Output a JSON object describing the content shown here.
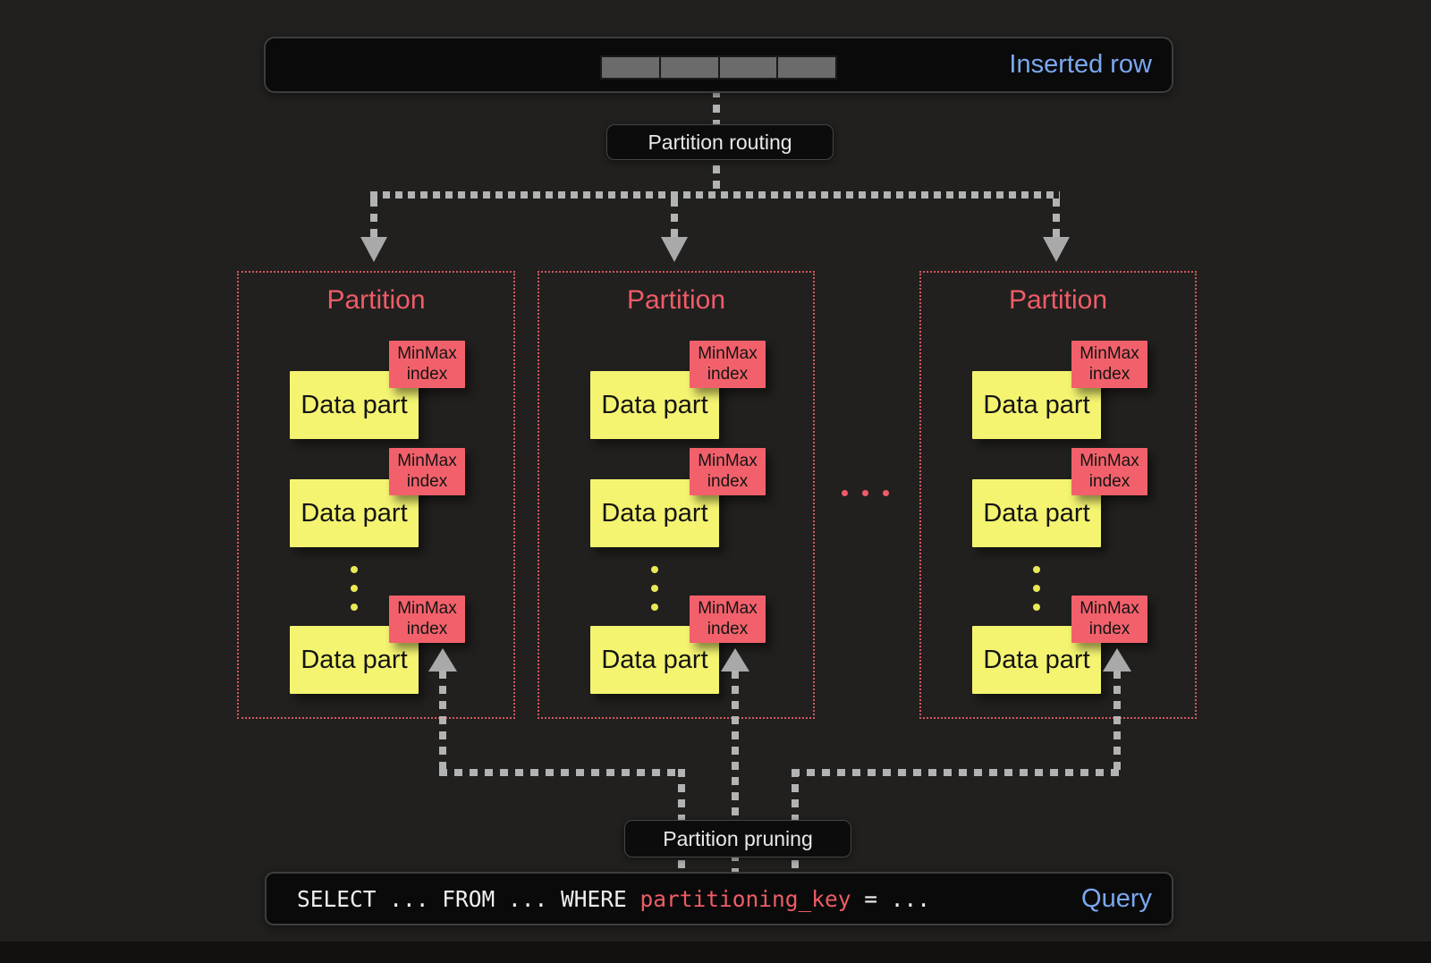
{
  "colors": {
    "background": "#21201e",
    "box_background": "#0a0a0a",
    "box_border": "#3d3d3d",
    "accent_blue": "#7aa8f0",
    "accent_red": "#ee5c68",
    "partition_border_red": "#d5575f",
    "data_part_yellow": "#f4f471",
    "minmax_red": "#f2616b",
    "arrow_gray": "#b3b3b3",
    "inserted_cell_gray": "#6b6b6b",
    "code_white": "#efefef"
  },
  "inserted_row": {
    "label": "Inserted row"
  },
  "routing_label": "Partition routing",
  "pruning_label": "Partition pruning",
  "partitions": [
    {
      "title": "Partition",
      "parts": [
        {
          "label": "Data part",
          "index_label": "MinMax index"
        },
        {
          "label": "Data part",
          "index_label": "MinMax index"
        },
        {
          "label": "Data part",
          "index_label": "MinMax index"
        }
      ]
    },
    {
      "title": "Partition",
      "parts": [
        {
          "label": "Data part",
          "index_label": "MinMax index"
        },
        {
          "label": "Data part",
          "index_label": "MinMax index"
        },
        {
          "label": "Data part",
          "index_label": "MinMax index"
        }
      ]
    },
    {
      "title": "Partition",
      "parts": [
        {
          "label": "Data part",
          "index_label": "MinMax index"
        },
        {
          "label": "Data part",
          "index_label": "MinMax index"
        },
        {
          "label": "Data part",
          "index_label": "MinMax index"
        }
      ]
    }
  ],
  "query": {
    "code_before_key": "SELECT ... FROM ... WHERE ",
    "key": "partitioning_key",
    "code_after_key": " = ...",
    "label": "Query"
  }
}
